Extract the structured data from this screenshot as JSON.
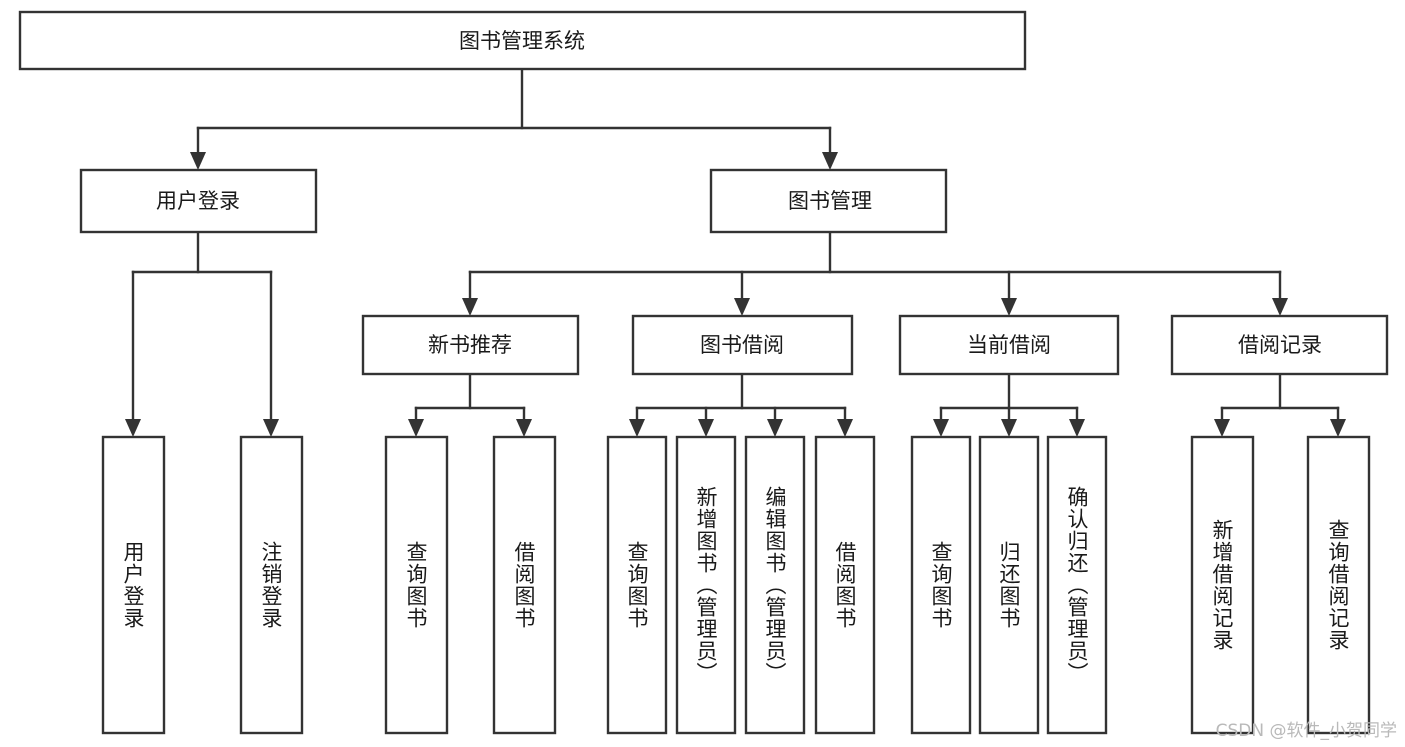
{
  "diagram": {
    "title": "图书管理系统",
    "type": "tree-hierarchy",
    "orientation": "top-down",
    "root": {
      "id": "root",
      "label": "图书管理系统"
    },
    "level2": [
      {
        "id": "user-login",
        "label": "用户登录"
      },
      {
        "id": "book-manage",
        "label": "图书管理"
      }
    ],
    "level3": [
      {
        "id": "new-book-recommend",
        "label": "新书推荐",
        "parent": "book-manage"
      },
      {
        "id": "book-borrow",
        "label": "图书借阅",
        "parent": "book-manage"
      },
      {
        "id": "current-borrow",
        "label": "当前借阅",
        "parent": "book-manage"
      },
      {
        "id": "borrow-record",
        "label": "借阅记录",
        "parent": "book-manage"
      }
    ],
    "leaves": [
      {
        "id": "leaf-user-login",
        "label": "用户登录",
        "parent": "user-login"
      },
      {
        "id": "leaf-logout-login",
        "label": "注销登录",
        "parent": "user-login"
      },
      {
        "id": "leaf-query-book-1",
        "label": "查询图书",
        "parent": "new-book-recommend"
      },
      {
        "id": "leaf-borrow-book-1",
        "label": "借阅图书",
        "parent": "new-book-recommend"
      },
      {
        "id": "leaf-query-book-2",
        "label": "查询图书",
        "parent": "book-borrow"
      },
      {
        "id": "leaf-add-book",
        "label": "新增图书（管理员）",
        "parent": "book-borrow"
      },
      {
        "id": "leaf-edit-book",
        "label": "编辑图书（管理员）",
        "parent": "book-borrow"
      },
      {
        "id": "leaf-borrow-book-2",
        "label": "借阅图书",
        "parent": "book-borrow"
      },
      {
        "id": "leaf-query-book-3",
        "label": "查询图书",
        "parent": "current-borrow"
      },
      {
        "id": "leaf-return-book",
        "label": "归还图书",
        "parent": "current-borrow"
      },
      {
        "id": "leaf-confirm-return",
        "label": "确认归还（管理员）",
        "parent": "current-borrow"
      },
      {
        "id": "leaf-add-record",
        "label": "新增借阅记录",
        "parent": "borrow-record"
      },
      {
        "id": "leaf-query-record",
        "label": "查询借阅记录",
        "parent": "borrow-record"
      }
    ]
  },
  "watermark": {
    "text": "CSDN @软件_小贺同学"
  },
  "colors": {
    "box_stroke": "#333333",
    "box_fill": "#ffffff",
    "text": "#1a1a1a",
    "background": "#ffffff",
    "watermark": "#b9b9b9"
  }
}
